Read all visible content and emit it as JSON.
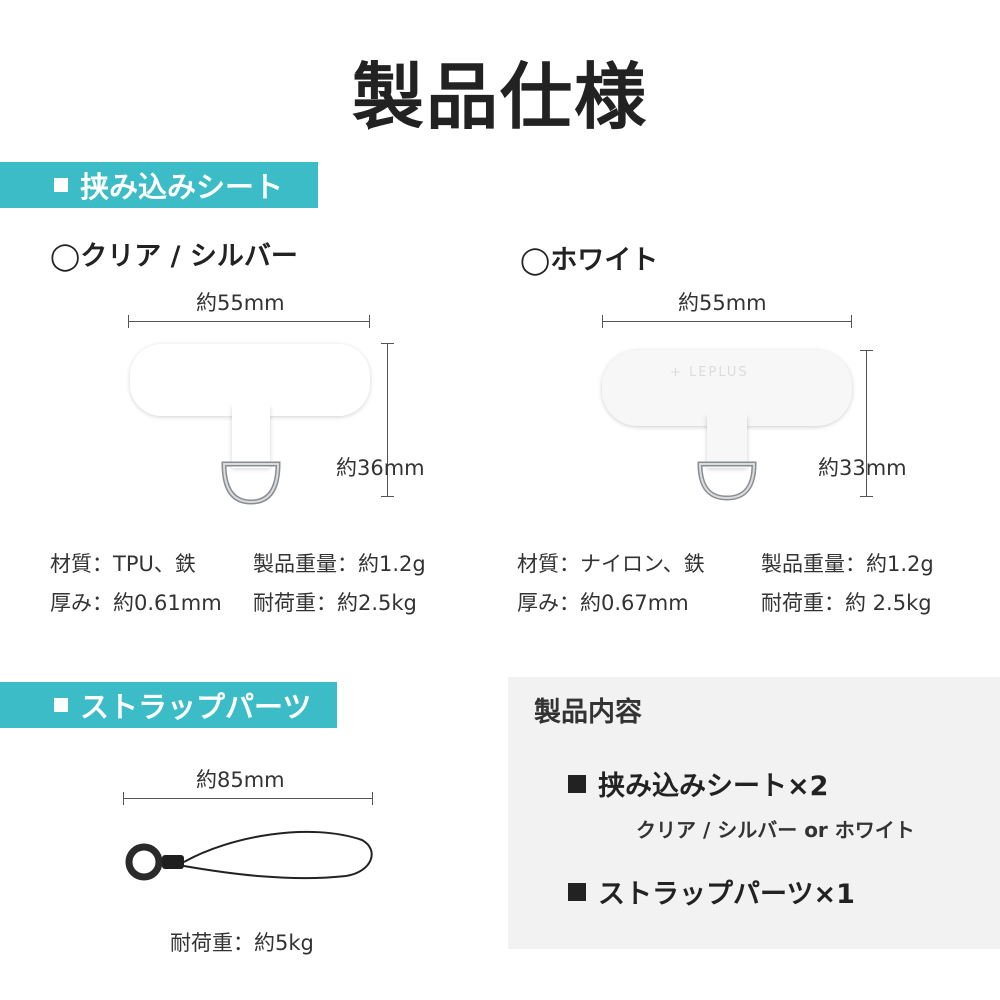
{
  "title": "製品仕様",
  "sheet_section": {
    "label": "挟み込みシート"
  },
  "variant_clear": {
    "name": "◯クリア / シルバー",
    "width": "約55mm",
    "height": "約36mm",
    "specs": [
      "材質：TPU、鉄",
      "製品重量：約1.2g",
      "厚み：約0.61mm",
      "耐荷重：約2.5kg"
    ]
  },
  "variant_white": {
    "name": "◯ホワイト",
    "logo": "LEPLUS",
    "width": "約55mm",
    "height": "約33mm",
    "specs": [
      "材質：ナイロン、鉄",
      "製品重量：約1.2g",
      "厚み：約0.67mm",
      "耐荷重：約 2.5kg"
    ]
  },
  "strap_section": {
    "label": "ストラップパーツ",
    "length": "約85mm",
    "load": "耐荷重：約5kg"
  },
  "contents": {
    "title": "製品内容",
    "item1": "挟み込みシート×2",
    "item1_sub": "クリア / シルバー or ホワイト",
    "item2": "ストラップパーツ×1"
  },
  "colors": {
    "accent": "#3bbcc6",
    "box_bg": "#f2f2f2"
  }
}
